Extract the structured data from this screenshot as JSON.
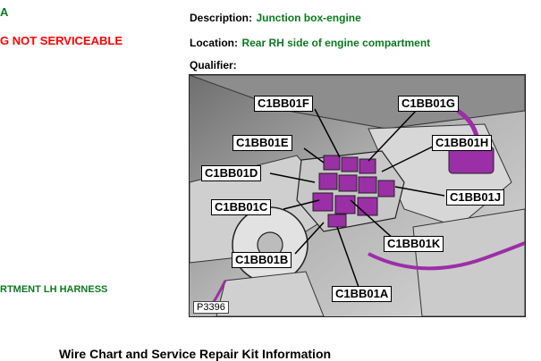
{
  "left": {
    "a": "A",
    "not_serviceable": "G NOT SERVICEABLE",
    "harness": "RTMENT LH HARNESS"
  },
  "description": {
    "label": "Description:",
    "value": "Junction box-engine"
  },
  "location": {
    "label": "Location:",
    "value": "Rear RH side of engine compartment"
  },
  "qualifier": {
    "label": "Qualifier:"
  },
  "figure": {
    "id": "P3396",
    "connectors": {
      "f": "C1BB01F",
      "g": "C1BB01G",
      "e": "C1BB01E",
      "h": "C1BB01H",
      "d": "C1BB01D",
      "j": "C1BB01J",
      "c": "C1BB01C",
      "k": "C1BB01K",
      "b": "C1BB01B",
      "a": "C1BB01A"
    }
  },
  "footer": {
    "title": "Wire Chart and Service Repair Kit Information"
  },
  "colors": {
    "green": "#0a7a1f",
    "red": "#ff0000",
    "connector": "#9b2fa6"
  }
}
